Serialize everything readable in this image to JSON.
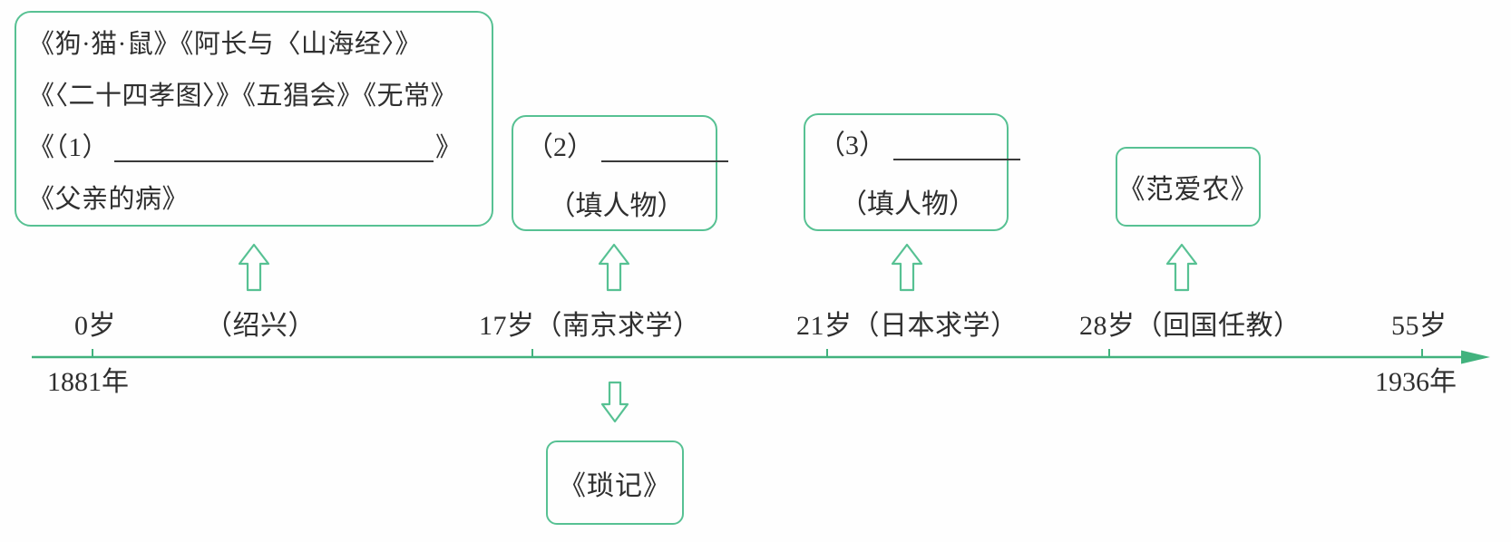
{
  "colors": {
    "box_border": "#57c193",
    "timeline": "#41b27d",
    "arrow_outline": "#57c193",
    "text": "#2f2f2f",
    "blank_line": "#3a3a3a"
  },
  "boxes": {
    "shaoxing_works": {
      "line1": "《狗·猫·鼠》《阿长与〈山海经〉》",
      "line2": "《〈二十四孝图〉》《五猖会》《无常》",
      "line3_prefix": "《（1）",
      "line3_suffix": "》",
      "line4": "《父亲的病》"
    },
    "blank_2": {
      "label": "（2）",
      "caption": "（填人物）"
    },
    "blank_3": {
      "label": "（3）",
      "caption": "（填人物）"
    },
    "fan_ainong": {
      "title": "《范爱农》"
    },
    "suo_ji": {
      "title": "《琐记》"
    }
  },
  "timeline": {
    "age_0": "0岁",
    "place_0": "（绍兴）",
    "age_17": "17岁（南京求学）",
    "age_21": "21岁（日本求学）",
    "age_28": "28岁（回国任教）",
    "age_55": "55岁",
    "year_start": "1881年",
    "year_end": "1936年"
  }
}
